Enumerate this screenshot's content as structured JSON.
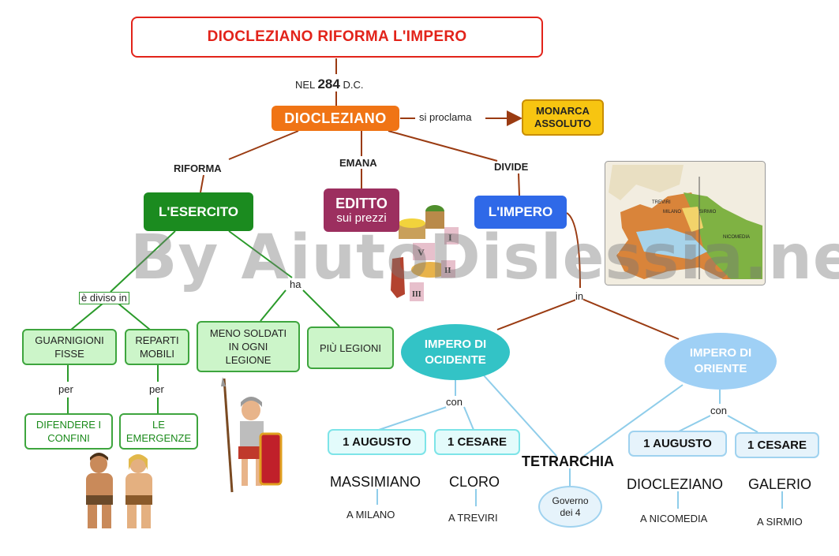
{
  "title": "DIOCLEZIANO RIFORMA L'IMPERO",
  "date_prefix": "NEL",
  "date_year": "284",
  "date_suffix": "D.C.",
  "center": "DIOCLEZIANO",
  "proclaims_label": "si proclama",
  "monarca": [
    "MONARCA",
    "ASSOLUTO"
  ],
  "branch_labels": {
    "riforma": "RIFORMA",
    "emana": "EMANA",
    "divide": "DIVIDE"
  },
  "esercito": "L'ESERCITO",
  "editto": {
    "line1": "EDITTO",
    "line2": "sui prezzi"
  },
  "impero": "L'IMPERO",
  "diviso_in": "è diviso in",
  "ha": "ha",
  "guarnigioni": [
    "GUARNIGIONI",
    "FISSE"
  ],
  "reparti": [
    "REPARTI",
    "MOBILI"
  ],
  "meno_soldati": [
    "MENO SOLDATI",
    "IN OGNI",
    "LEGIONE"
  ],
  "piu_legioni": "PIÙ LEGIONI",
  "per1": "per",
  "per2": "per",
  "difendere": [
    "DIFENDERE I",
    "CONFINI"
  ],
  "emergenze": [
    "LE",
    "EMERGENZE"
  ],
  "in_label": "in",
  "occidente": [
    "IMPERO DI",
    "OCIDENTE"
  ],
  "oriente": [
    "IMPERO DI",
    "ORIENTE"
  ],
  "con1": "con",
  "con2": "con",
  "tetrarchia": "TETRARCHIA",
  "governo": [
    "Governo",
    "dei 4"
  ],
  "west": {
    "augusto": "1 AUGUSTO",
    "cesare": "1 CESARE",
    "augusto_name": "MASSIMIANO",
    "cesare_name": "CLORO",
    "augusto_city": "A MILANO",
    "cesare_city": "A TREVIRI"
  },
  "east": {
    "augusto": "1 AUGUSTO",
    "cesare": "1 CESARE",
    "augusto_name": "DIOCLEZIANO",
    "cesare_name": "GALERIO",
    "augusto_city": "A NICOMEDIA",
    "cesare_city": "A SIRMIO"
  },
  "map_labels": {
    "treviri": "TREVIRI",
    "milano": "MILANO",
    "sirmio": "SIRMIO",
    "nicomedia": "NICOMEDIA"
  },
  "editto_tags": [
    "I",
    "V",
    "II",
    "III"
  ],
  "watermark": "By AiutoDislessia.net",
  "colors": {
    "title_red": "#e2231a",
    "orange": "#f07415",
    "gold": "#f7c511",
    "dark_green": "#1b8b1f",
    "plum": "#9c2f5f",
    "blue": "#2f69e8",
    "west_teal": "#33c3c6",
    "east_blue": "#9fd0f5",
    "link_brown": "#9a3b12",
    "link_green": "#2a9a2a",
    "link_lightblue": "#8fcdea"
  }
}
